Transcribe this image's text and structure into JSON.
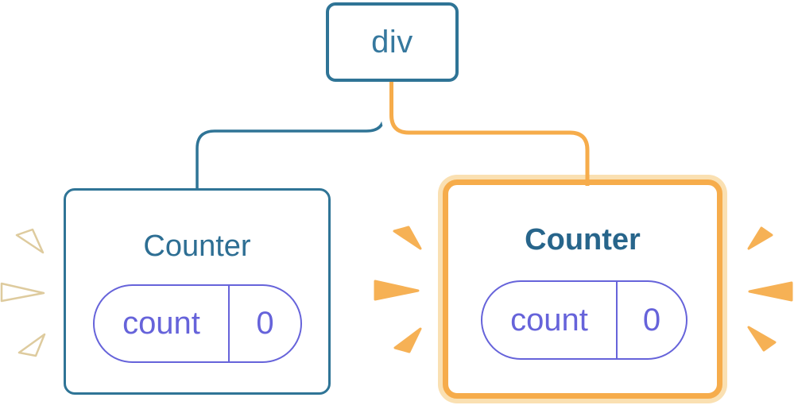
{
  "diagram": {
    "description": "React component tree: a div root with two Counter children; the second Counter is highlighted with a fresh-state glow",
    "root_node": {
      "label": "div"
    },
    "counters": [
      {
        "title": "Counter",
        "state_name": "count",
        "state_value": "0",
        "highlighted": false
      },
      {
        "title": "Counter",
        "state_name": "count",
        "state_value": "0",
        "highlighted": true
      }
    ]
  },
  "colors": {
    "background": "#ffffff",
    "blue": "#2f7496",
    "blue_text": "#36789e",
    "title_blue": "#2d6e93",
    "title_blue_bold": "#27658b",
    "indigo": "#6663da",
    "orange": "#f6ac4b",
    "pale_orange": "#fae0b2",
    "spark_orange": "#f6b155",
    "spark_outline": "#decb9e",
    "white": "#ffffff"
  }
}
